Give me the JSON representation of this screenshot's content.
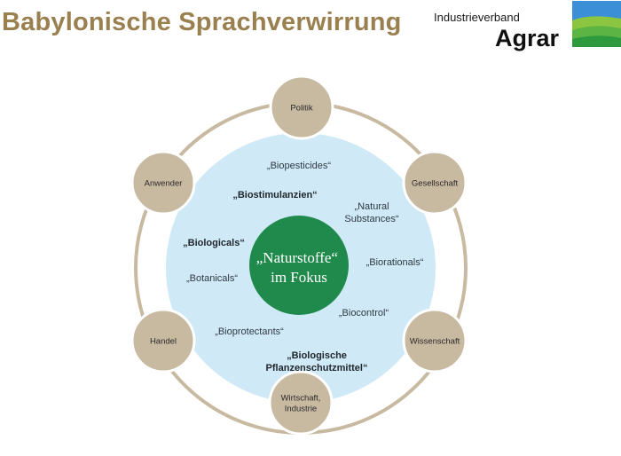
{
  "header": {
    "title": "Babylonische Sprachverwirrung",
    "brand_line1": "Industrieverband",
    "brand_line2": "Agrar"
  },
  "colors": {
    "title": "#9a7f4f",
    "ring": "#c8b9a1",
    "node_fill": "#c8b9a1",
    "node_border": "#ffffff",
    "inner_circle": "#cfe9f6",
    "center_circle": "#1f8a4c",
    "logo_sky": "#3a8fd6",
    "logo_green_light": "#8cc640",
    "logo_green_dark": "#2e9a3e"
  },
  "diagram": {
    "center": {
      "line1": "„Naturstoffe“",
      "line2": "im Fokus"
    },
    "outer_nodes": [
      {
        "name": "Politik",
        "lines": [
          "Politik"
        ]
      },
      {
        "name": "Gesellschaft",
        "lines": [
          "Gesellschaft"
        ]
      },
      {
        "name": "Wissenschaft",
        "lines": [
          "Wissenschaft"
        ]
      },
      {
        "name": "Wirtschaft, Industrie",
        "lines": [
          "Wirtschaft,",
          "Industrie"
        ]
      },
      {
        "name": "Handel",
        "lines": [
          "Handel"
        ]
      },
      {
        "name": "Anwender",
        "lines": [
          "Anwender"
        ]
      }
    ],
    "terms": [
      {
        "lines": [
          "„Biopesticides“"
        ],
        "bold": false
      },
      {
        "lines": [
          "„Biostimulanzien“"
        ],
        "bold": true
      },
      {
        "lines": [
          "„Natural",
          "Substances“"
        ],
        "bold": false
      },
      {
        "lines": [
          "„Biologicals“"
        ],
        "bold": true
      },
      {
        "lines": [
          "„Biorationals“"
        ],
        "bold": false
      },
      {
        "lines": [
          "„Botanicals“"
        ],
        "bold": false
      },
      {
        "lines": [
          "„Biocontrol“"
        ],
        "bold": false
      },
      {
        "lines": [
          "„Bioprotectants“"
        ],
        "bold": false
      },
      {
        "lines": [
          "„Biologische",
          "Pflanzenschutzmittel“"
        ],
        "bold": true
      }
    ]
  }
}
